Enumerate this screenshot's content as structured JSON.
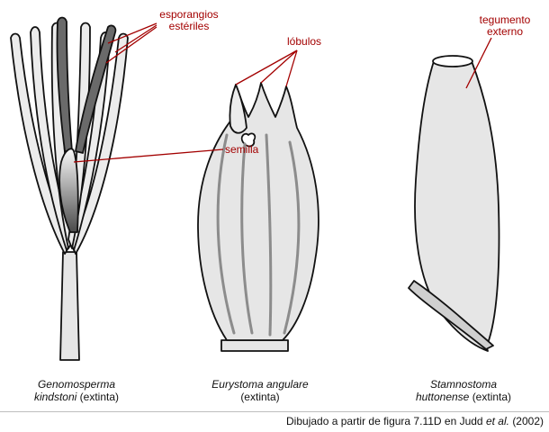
{
  "labels": {
    "esporangios": "esporangios",
    "esteriles": "estériles",
    "lobulos": "lóbulos",
    "semilla": "semilla",
    "tegumento": "tegumento",
    "externo": "externo"
  },
  "specimens": [
    {
      "genus": "Genomosperma",
      "species": "kindstoni",
      "status": "(extinta)"
    },
    {
      "genus": "Eurystoma",
      "species": "angulare",
      "status": "(extinta)"
    },
    {
      "genus": "Stamnostoma",
      "species": "huttonense",
      "status": "(extinta)"
    }
  ],
  "credit": {
    "prefix": "Dibujado a partir de figura 7.11D en Judd",
    "etal": "et al.",
    "year": "(2002)"
  },
  "colors": {
    "label": "#a30000",
    "outline": "#111111",
    "fill": "#e6e6e6",
    "dark": "#6a6a6a"
  }
}
